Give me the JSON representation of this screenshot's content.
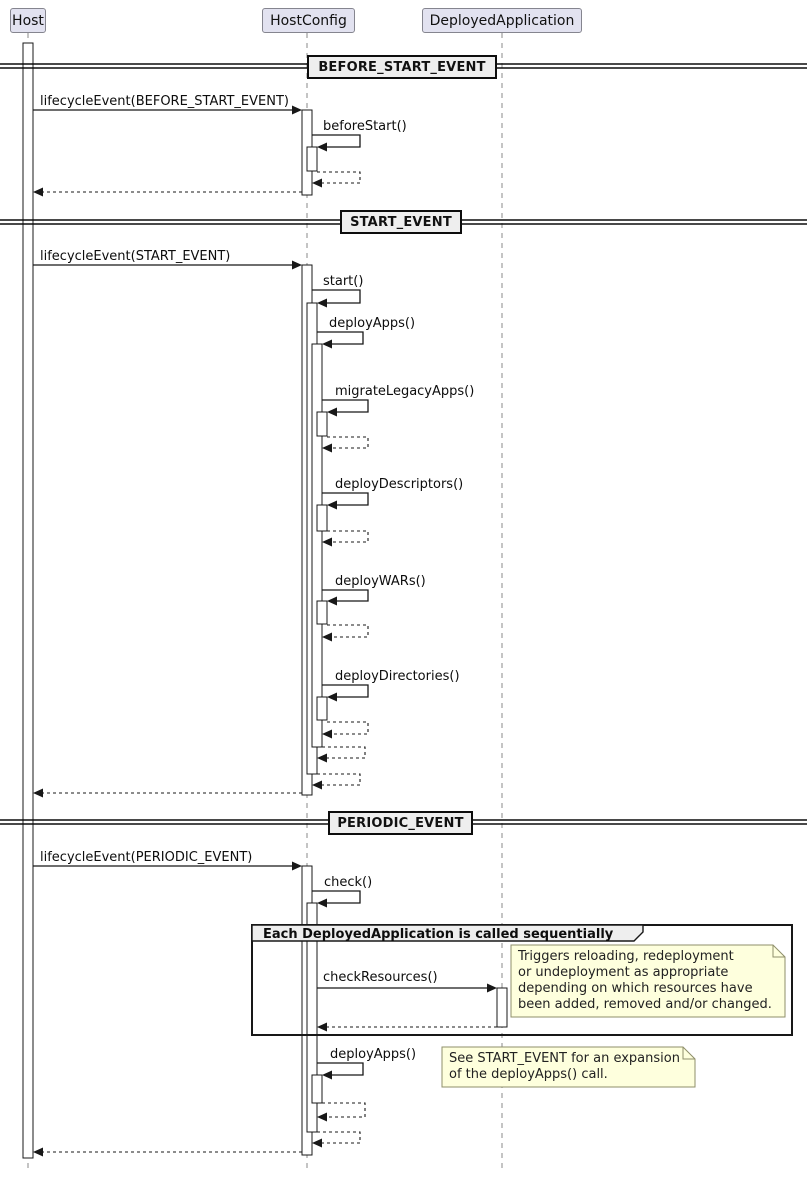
{
  "participants": [
    {
      "label": "Host"
    },
    {
      "label": "HostConfig"
    },
    {
      "label": "DeployedApplication"
    }
  ],
  "dividers": [
    {
      "label": "BEFORE_START_EVENT"
    },
    {
      "label": "START_EVENT"
    },
    {
      "label": "PERIODIC_EVENT"
    }
  ],
  "messages": {
    "lifecycle_before_start": "lifecycleEvent(BEFORE_START_EVENT)",
    "before_start": "beforeStart()",
    "lifecycle_start": "lifecycleEvent(START_EVENT)",
    "start": "start()",
    "deploy_apps": "deployApps()",
    "migrate_legacy_apps": "migrateLegacyApps()",
    "deploy_descriptors": "deployDescriptors()",
    "deploy_wars": "deployWARs()",
    "deploy_directories": "deployDirectories()",
    "lifecycle_periodic": "lifecycleEvent(PERIODIC_EVENT)",
    "check": "check()",
    "check_resources": "checkResources()",
    "deploy_apps_periodic": "deployApps()"
  },
  "group": {
    "label": "Each DeployedApplication is called sequentially"
  },
  "notes": {
    "check_resources_note": {
      "lines": [
        "Triggers reloading, redeployment",
        "or undeployment as appropriate",
        "depending on which resources have",
        "been added, removed and/or changed."
      ]
    },
    "deploy_apps_note": {
      "lines": [
        "See START_EVENT for an expansion",
        "of the deployApps() call."
      ]
    }
  },
  "colors": {
    "participant_fill": "#E2E2F0",
    "participant_border": "#85858f",
    "note_fill": "#FEFFDD",
    "note_border": "#8f8f6a",
    "divider_fill": "#EEEEEE",
    "line": "#181818",
    "lifeline": "#888888",
    "background": "#FFFFFF"
  }
}
